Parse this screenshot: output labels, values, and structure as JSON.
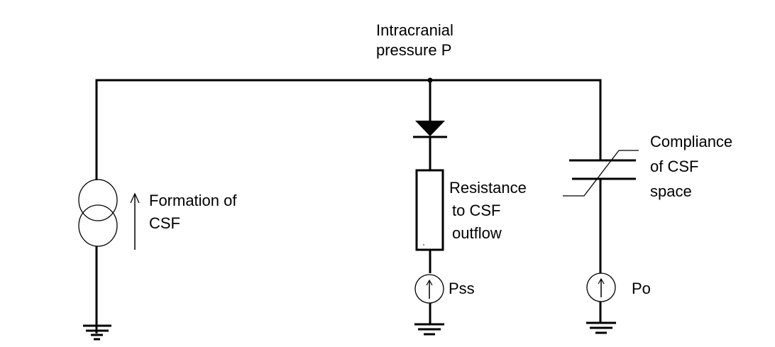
{
  "diagram": {
    "title": "CSF circulation electrical analogue model",
    "node": {
      "label_line1": "Intracranial",
      "label_line2": "pressure P"
    },
    "formation": {
      "label_line1": "Formation of",
      "label_line2": "CSF",
      "icon": "current-source-icon"
    },
    "resistance": {
      "label_line1": "Resistance",
      "label_line2": "to CSF",
      "label_line3": "outflow",
      "icon": "resistor-icon"
    },
    "diode": {
      "icon": "diode-icon"
    },
    "compliance": {
      "label_line1": "Compliance",
      "label_line2": "of CSF",
      "label_line3": "space",
      "icon": "variable-capacitor-icon"
    },
    "pss": {
      "label": "Pss",
      "icon": "pressure-source-icon"
    },
    "po": {
      "label": "Po",
      "icon": "pressure-source-icon"
    },
    "ground": {
      "icon": "ground-icon"
    }
  }
}
